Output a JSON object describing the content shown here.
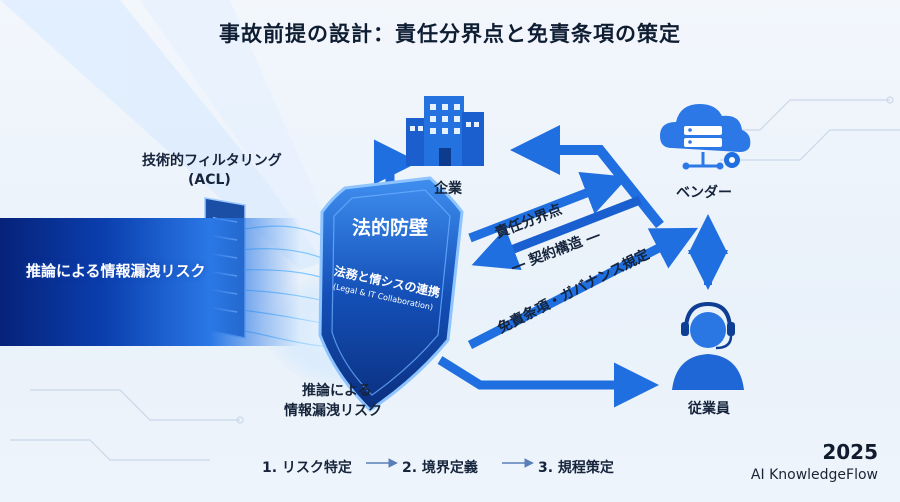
{
  "title": "事故前提の設計：責任分界点と免責条項の策定",
  "acl_label": {
    "line1": "技術的フィルタリング",
    "line2": "(ACL)"
  },
  "risk_beam_label": "推論による情報漏洩リスク",
  "risk_bottom_label": {
    "line1": "推論による",
    "line2": "情報漏洩リスク"
  },
  "shield": {
    "title": "法的防壁",
    "subtitle": "法務と情シスの連携",
    "subtitle_en": "(Legal & IT Collaboration)"
  },
  "nodes": {
    "company": "企業",
    "vendor": "ベンダー",
    "employee": "従業員"
  },
  "middle_labels": {
    "responsibility": "責任分界点",
    "contract": "― 契約構造 ―",
    "disclaimer": "免責条項・ガバナンス規定"
  },
  "steps": [
    "1. リスク特定",
    "2. 境界定義",
    "3. 規程策定"
  ],
  "year": "2025",
  "brand": "AI KnowledgeFlow",
  "colors": {
    "accent": "#1f6fe0",
    "dark_blue": "#0a2f8f",
    "light_blue": "#5ea8ff",
    "shield_fill": "#124aa8"
  }
}
